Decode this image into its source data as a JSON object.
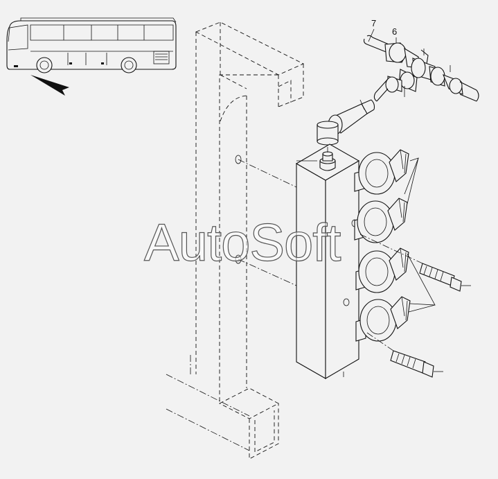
{
  "diagram": {
    "watermark": "AutoSoft",
    "callouts": [
      {
        "id": "7",
        "label": "7"
      },
      {
        "id": "6",
        "label": "6"
      }
    ]
  },
  "colors": {
    "background": "#f2f2f2",
    "line": "#111111",
    "watermark_outline": "#555555"
  },
  "icons": [
    "bus-locator-icon",
    "direction-arrow-icon"
  ]
}
